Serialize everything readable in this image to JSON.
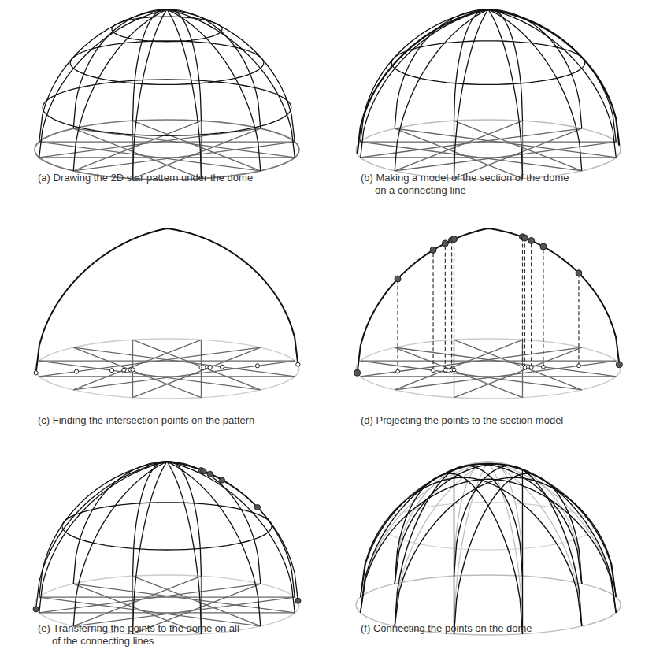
{
  "diagram": {
    "labels": [
      "(a) Drawing the 2D star pattern under the dome",
      "(b) Making a model of the section of the dome on a connecting line",
      "(c) Finding the intersection points on the pattern",
      "(d) Projecting the points to the section model",
      "(e) Transferring the points to the dome on all of the connecting lines",
      "(f) Connecting the points on the dome"
    ]
  }
}
